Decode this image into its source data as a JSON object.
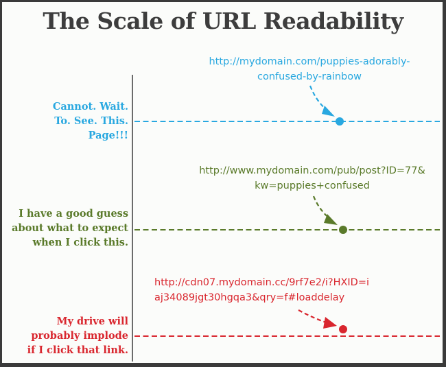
{
  "title": "The Scale of URL Readability",
  "colors": {
    "title": "#3d3d3d",
    "frame": "#3a3a3a",
    "background": "#fbfcfa",
    "axis": "#6b6b6b",
    "high": "#29a8e0",
    "medium": "#5a7a2a",
    "low": "#d9262e"
  },
  "levels": [
    {
      "id": "high",
      "label": "Cannot. Wait.\nTo. See. This.\nPage!!!",
      "url": "http://mydomain.com/puppies-adorably-\nconfused-by-rainbow",
      "color": "#29a8e0"
    },
    {
      "id": "medium",
      "label": "I have a good guess\nabout what to expect\nwhen I click this.",
      "url": "http://www.mydomain.com/pub/post?ID=77&\nkw=puppies+confused",
      "color": "#5a7a2a"
    },
    {
      "id": "low",
      "label": "My drive will\nprobably implode\nif I click that link.",
      "url": "http://cdn07.mydomain.cc/9rf7e2/i?HXID=i\naj34089jgt30hgqa3&qry=f#loaddelay",
      "color": "#d9262e"
    }
  ]
}
